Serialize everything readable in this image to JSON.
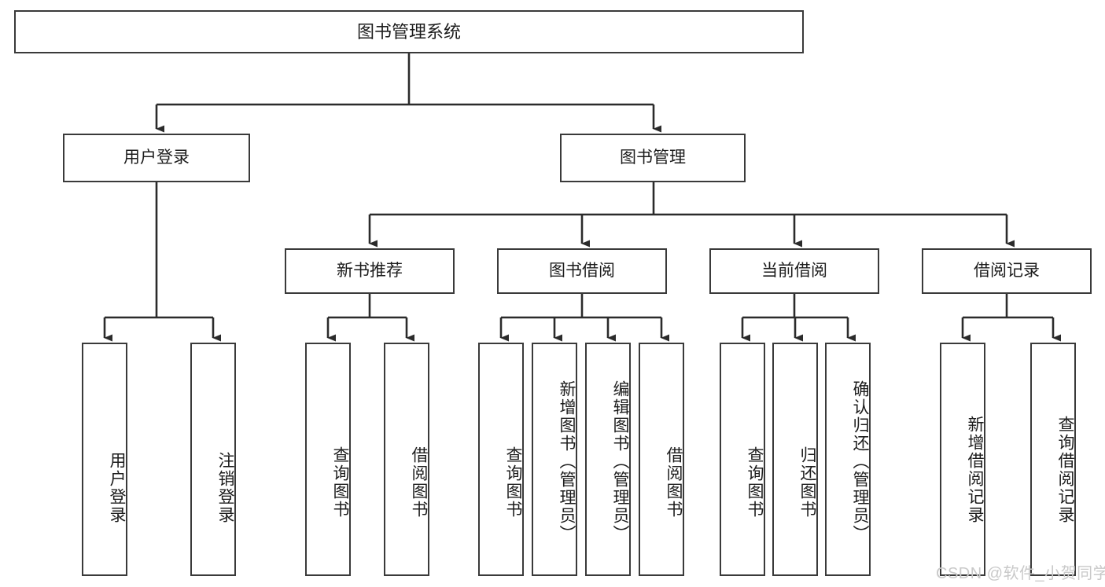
{
  "diagram": {
    "title": "图书管理系统",
    "type": "functional-structure-tree",
    "root": {
      "label": "图书管理系统"
    },
    "level2": [
      {
        "label": "用户登录"
      },
      {
        "label": "图书管理"
      }
    ],
    "level3": [
      {
        "label": "新书推荐"
      },
      {
        "label": "图书借阅"
      },
      {
        "label": "当前借阅"
      },
      {
        "label": "借阅记录"
      }
    ],
    "leaves": {
      "user_login": [
        {
          "label": "用户登录"
        },
        {
          "label": "注销登录"
        }
      ],
      "new_book_recommend": [
        {
          "label": "查询图书"
        },
        {
          "label": "借阅图书"
        }
      ],
      "book_borrow": [
        {
          "label": "查询图书"
        },
        {
          "label": "新增图书（管理员）"
        },
        {
          "label": "编辑图书（管理员）"
        },
        {
          "label": "借阅图书"
        }
      ],
      "current_borrow": [
        {
          "label": "查询图书"
        },
        {
          "label": "归还图书"
        },
        {
          "label": "确认归还（管理员）"
        }
      ],
      "borrow_record": [
        {
          "label": "新增借阅记录"
        },
        {
          "label": "查询借阅记录"
        }
      ]
    }
  },
  "watermark": {
    "text": "CSDN @软件_小贺同学"
  },
  "colors": {
    "box_border": "#3a3a3a",
    "box_fill": "#ffffff",
    "edge": "#2b2b2b",
    "text": "#1c1c1c",
    "watermark": "#c9c9c9"
  }
}
